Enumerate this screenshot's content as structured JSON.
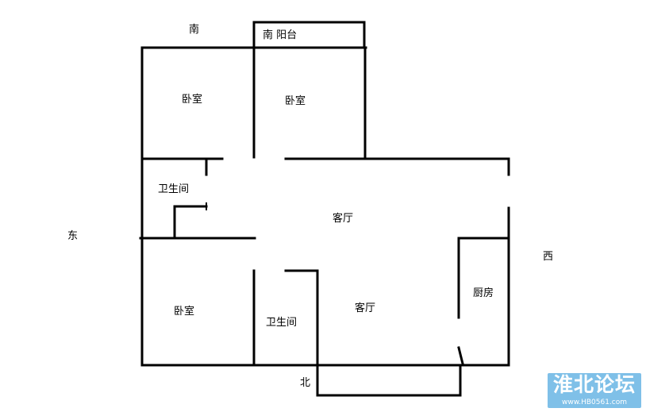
{
  "compass": {
    "south": "南",
    "north": "北",
    "east": "东",
    "west": "西"
  },
  "rooms": {
    "balcony": "南  阳台",
    "bedroom_top_left": "卧室",
    "bedroom_top_mid": "卧室",
    "bathroom_upper": "卫生间",
    "living_room_upper": "客厅",
    "bedroom_bottom_left": "卧室",
    "bathroom_lower": "卫生间",
    "living_room_lower": "客厅",
    "kitchen": "厨房"
  },
  "watermark": {
    "title": "淮北论坛",
    "url": "www.HB0561.com",
    "color": "#7fc0e8"
  }
}
